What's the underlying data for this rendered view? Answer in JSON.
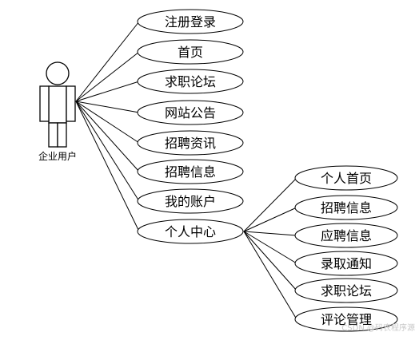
{
  "actor": {
    "name": "企业用户"
  },
  "use_cases": [
    {
      "label": "注册登录"
    },
    {
      "label": "首页"
    },
    {
      "label": "求职论坛"
    },
    {
      "label": "网站公告"
    },
    {
      "label": "招聘资讯"
    },
    {
      "label": "招聘信息"
    },
    {
      "label": "我的账户"
    },
    {
      "label": "个人中心"
    }
  ],
  "sub_use_cases": [
    {
      "label": "个人首页"
    },
    {
      "label": "招聘信息"
    },
    {
      "label": "应聘信息"
    },
    {
      "label": "录取通知"
    },
    {
      "label": "求职论坛"
    },
    {
      "label": "评论管理"
    }
  ],
  "watermark": "CSDN @码农程序源"
}
